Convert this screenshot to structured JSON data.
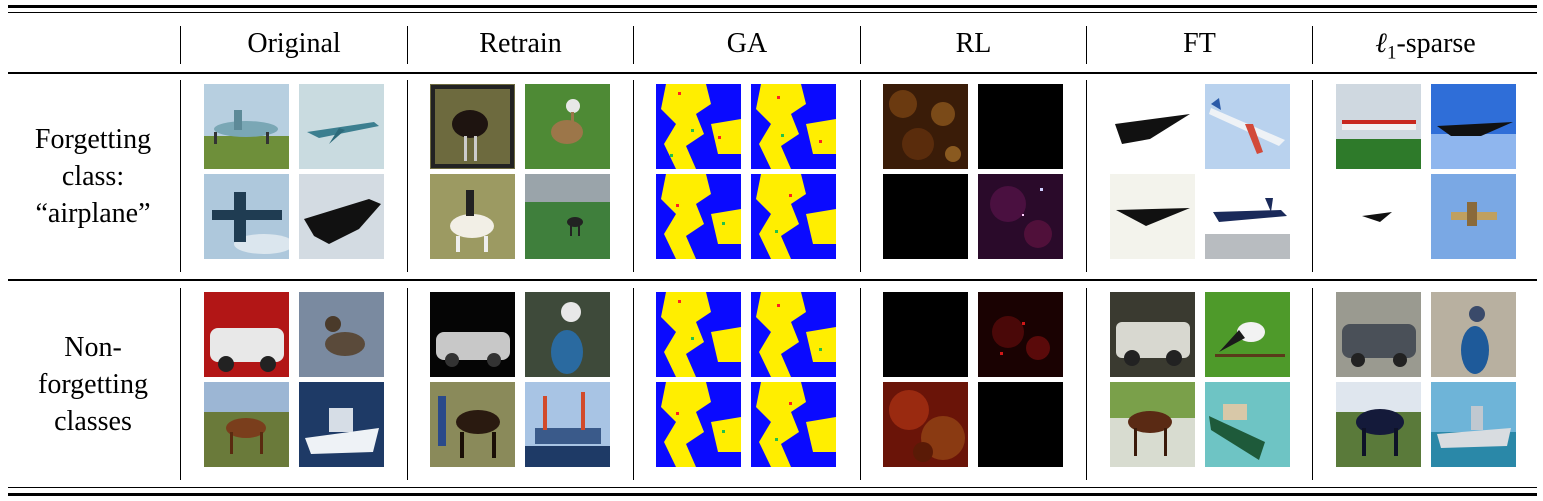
{
  "header": {
    "columns": [
      "Original",
      "Retrain",
      "GA",
      "RL",
      "FT"
    ],
    "last_column": {
      "symbol": "ℓ",
      "subscript": "1",
      "suffix": "-sparse"
    }
  },
  "rows": [
    {
      "label_lines": [
        "Forgetting",
        "class:",
        "“airplane”"
      ]
    },
    {
      "label_lines": [
        "Non-",
        "forgetting",
        "classes"
      ]
    }
  ],
  "colors": {
    "ga_blue": "#0a0aff",
    "ga_yellow": "#ffee00",
    "ga_green": "#22c24a",
    "rl_black": "#000000",
    "rule": "#000000"
  },
  "images": {
    "row0": {
      "Original": [
        "airplane on grass",
        "airplane in sky",
        "airplane in sky",
        "airplane silhouette"
      ],
      "Retrain": [
        "ostrich",
        "bird",
        "horse with rider",
        "deer on grass"
      ],
      "GA": [
        "noise pattern",
        "noise pattern",
        "noise pattern",
        "noise pattern"
      ],
      "RL": [
        "dark noise",
        "black",
        "black",
        "dark purple noise"
      ],
      "FT": [
        "black jet",
        "airliner in sky",
        "black jet",
        "airliner on runway"
      ],
      "L1": [
        "airliner on grass",
        "black jet in sky",
        "small bird",
        "seaplane in sky"
      ]
    },
    "row1": {
      "Original": [
        "white car",
        "bird",
        "horse",
        "ship"
      ],
      "Retrain": [
        "car",
        "bird",
        "horse with person",
        "oil rig ship"
      ],
      "GA": [
        "noise pattern",
        "noise pattern",
        "noise pattern",
        "noise pattern"
      ],
      "RL": [
        "black",
        "red noise",
        "red noise",
        "black"
      ],
      "FT": [
        "white car",
        "bird on branch",
        "horse",
        "ship"
      ],
      "L1": [
        "car",
        "bird",
        "horse",
        "ship"
      ]
    }
  }
}
